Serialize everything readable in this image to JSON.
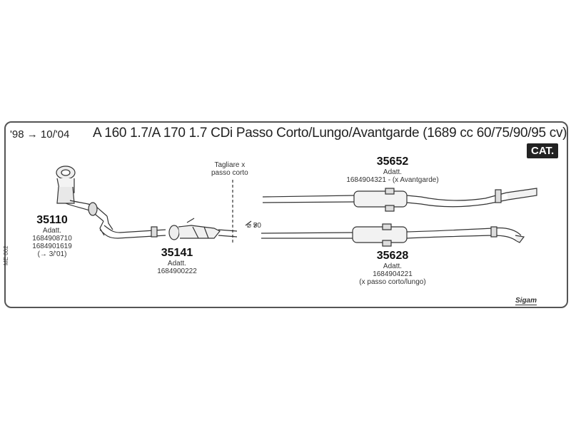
{
  "header": {
    "date_range": "'98 → 10/'04",
    "title": "A 160 1.7/A 170 1.7 CDi Passo Corto/Lungo/Avantgarde (1689 cc 60/75/90/95 cv)",
    "badge": "CAT."
  },
  "parts": [
    {
      "code": "35110",
      "lines": [
        "Adatt.",
        "1684908710",
        "1684901619",
        "(→ 3/'01)"
      ]
    },
    {
      "code": "35141",
      "lines": [
        "Adatt.",
        "1684900222"
      ]
    },
    {
      "code": "35652",
      "lines": [
        "Adatt.",
        "1684904321 - (x Avantgarde)"
      ]
    },
    {
      "code": "35628",
      "lines": [
        "Adatt.",
        "1684904221",
        "(x passo corto/lungo)"
      ]
    }
  ],
  "notes": {
    "cut": "Tagliare x\npasso corto",
    "diameter": "⌀ 50"
  },
  "footer": {
    "sheet_code": "ME 002",
    "logo": "Sigam"
  }
}
